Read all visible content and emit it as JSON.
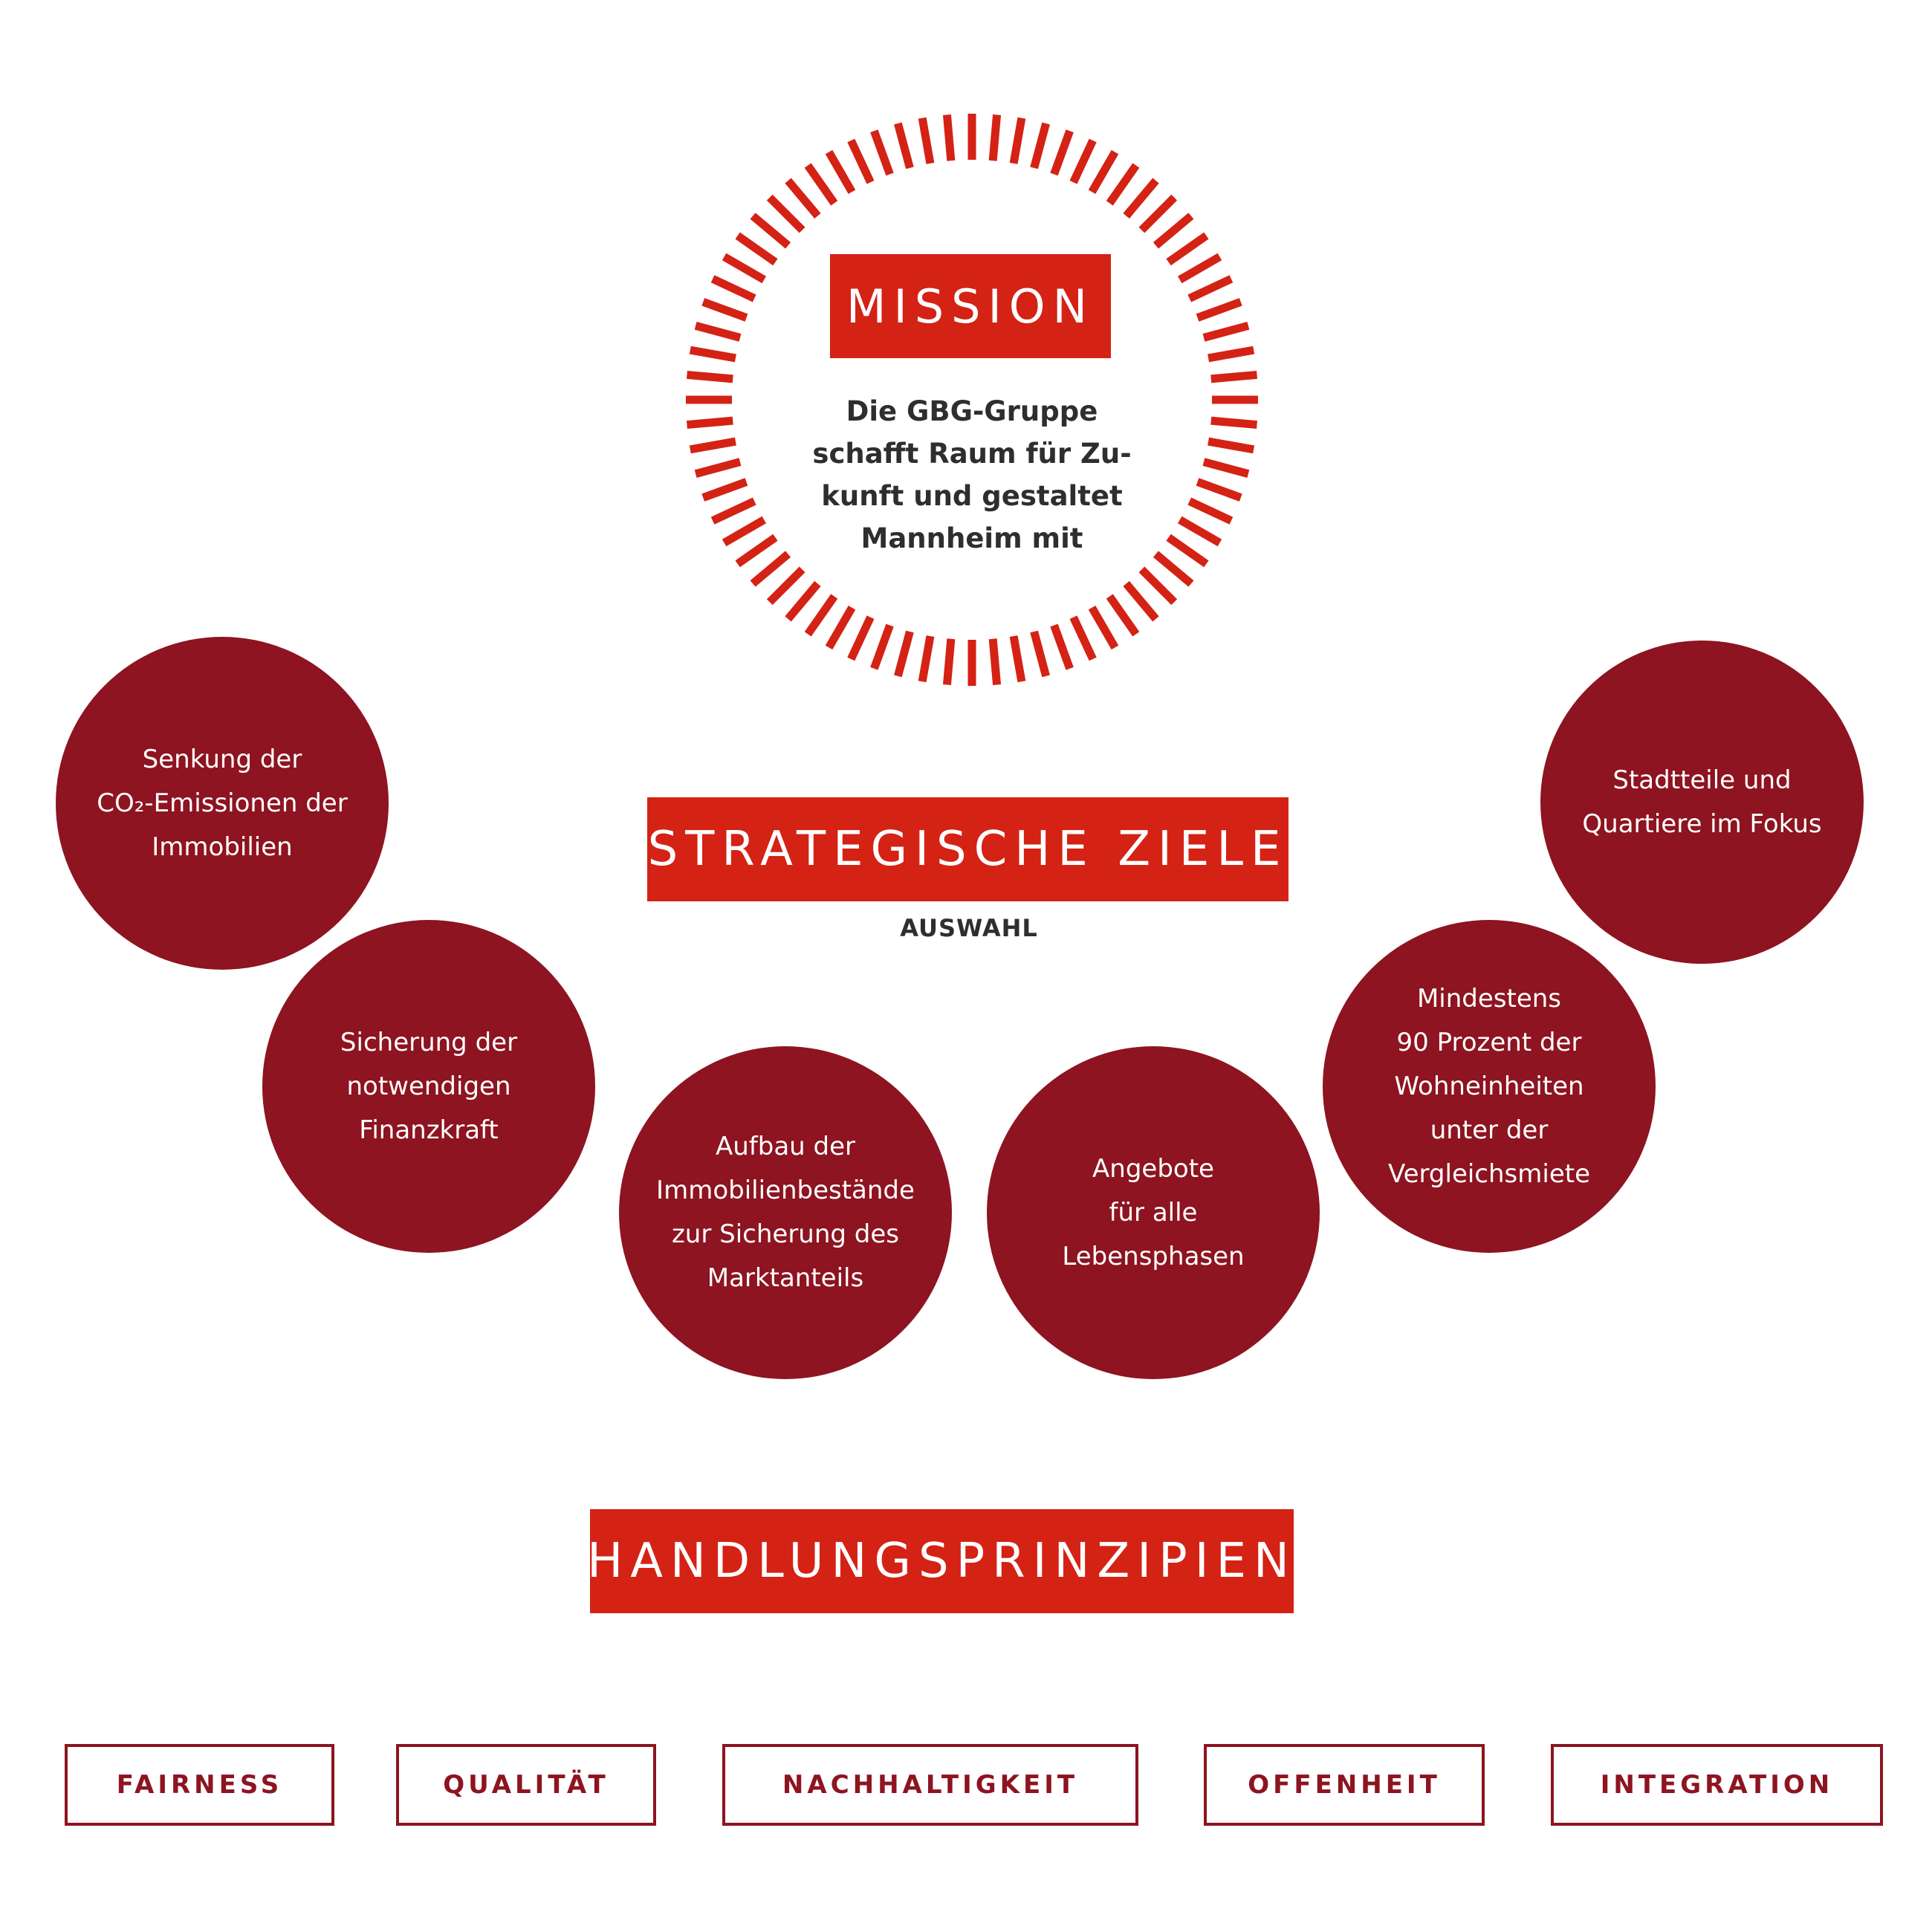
{
  "mission": {
    "label": "MISSION",
    "text": "Die GBG-Gruppe\nschafft Raum für Zu-\nkunft und gestaltet\nMannheim mit"
  },
  "strategic_goals": {
    "title": "STRATEGISCHE ZIELE",
    "subtitle": "AUSWAHL",
    "goals": [
      "Senkung der\nCO₂-Emissionen der\nImmobilien",
      "Sicherung der\nnotwendigen\nFinanzkraft",
      "Aufbau der\nImmobilienbestände\nzur Sicherung des\nMarktanteils",
      "Angebote\nfür alle\nLebensphasen",
      "Mindestens\n90 Prozent der\nWohneinheiten\nunter der\nVergleichsmiete",
      "Stadtteile und\nQuartiere im Fokus"
    ]
  },
  "principles": {
    "title": "HANDLUNGSPRINZIPIEN",
    "items": [
      "FAIRNESS",
      "QUALITÄT",
      "NACHHALTIGKEIT",
      "OFFENHEIT",
      "INTEGRATION"
    ]
  },
  "colors": {
    "accent_red": "#d42215",
    "dark_red": "#8d1420",
    "text_dark": "#2e2e2e"
  }
}
